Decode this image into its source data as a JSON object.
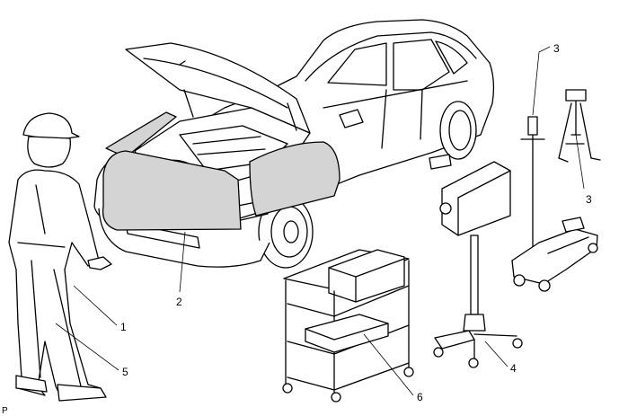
{
  "callouts": {
    "c1": "1",
    "c2": "2",
    "c3_top": "3",
    "c3_bottom": "3",
    "c4": "4",
    "c5": "5",
    "c6": "6"
  },
  "corner_mark": "P"
}
